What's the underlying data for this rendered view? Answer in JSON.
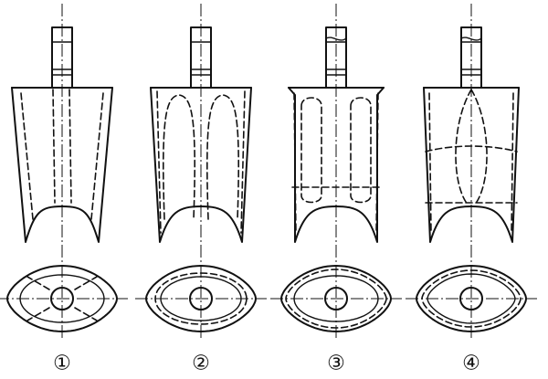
{
  "figure": {
    "variants": [
      {
        "label": "①"
      },
      {
        "label": "②"
      },
      {
        "label": "③"
      },
      {
        "label": "④"
      }
    ]
  }
}
